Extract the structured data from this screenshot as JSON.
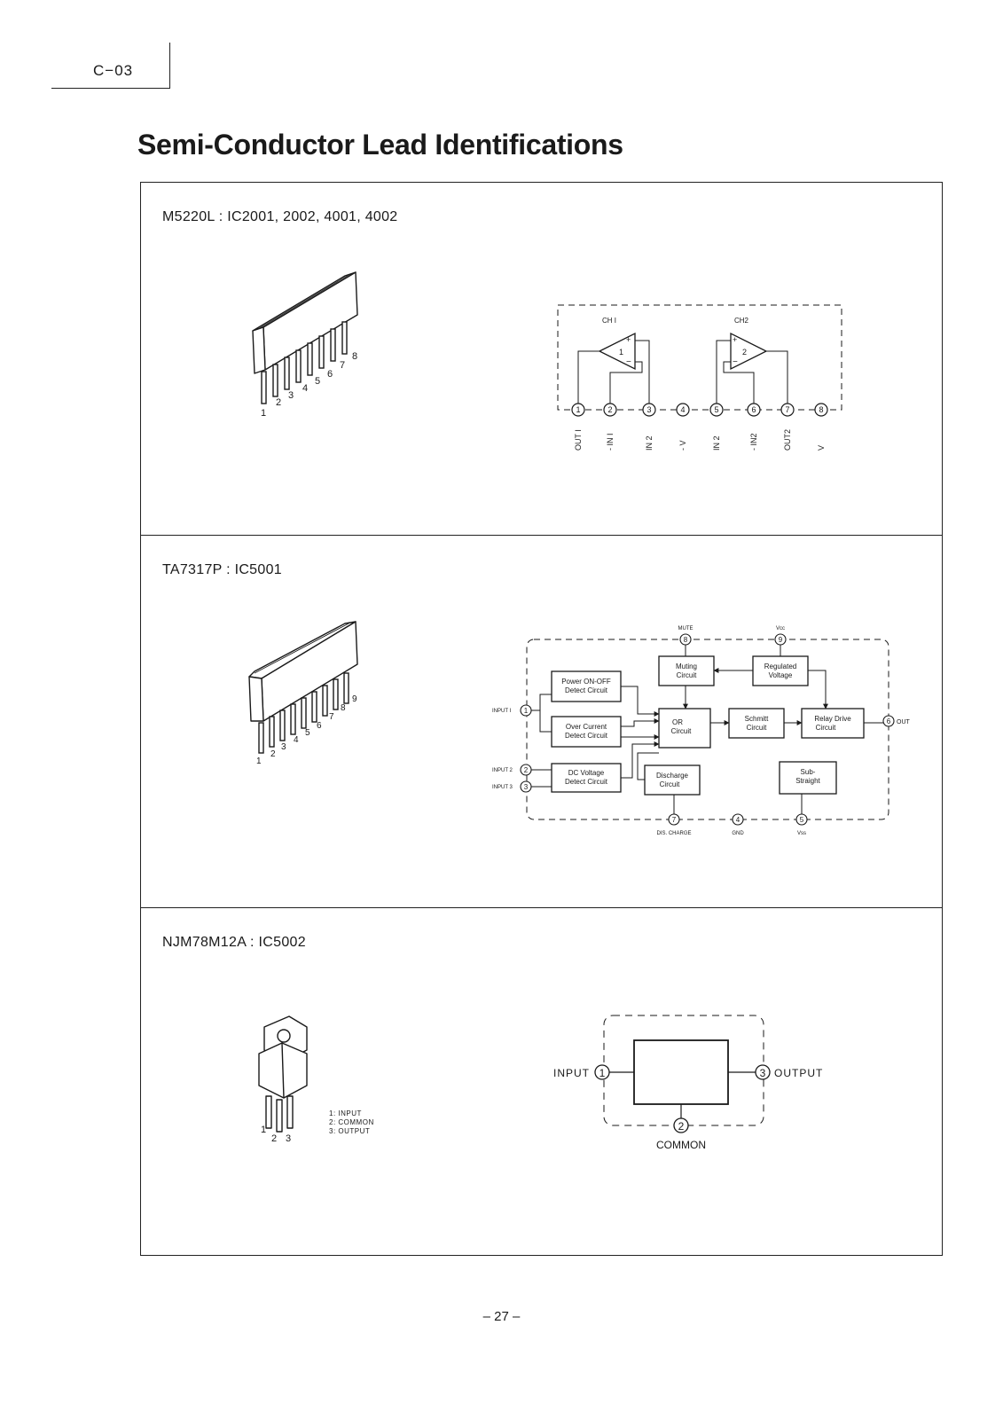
{
  "page": {
    "code": "C−03",
    "title": "Semi-Conductor Lead Identifications",
    "page_number": "– 27 –"
  },
  "sections": [
    {
      "heading": "M5220L : IC2001, 2002, 4001, 4002",
      "package_pins": [
        "1",
        "2",
        "3",
        "4",
        "5",
        "6",
        "7",
        "8"
      ],
      "channels": [
        "CH I",
        "CH2"
      ],
      "amp_numbers": [
        "1",
        "2"
      ],
      "pin_numbers": [
        "1",
        "2",
        "3",
        "4",
        "5",
        "6",
        "7",
        "8"
      ],
      "pin_labels": [
        "OUT I",
        "- IN I",
        "IN 2",
        "- V",
        "IN 2",
        "- IN2",
        "OUT2",
        "V"
      ]
    },
    {
      "heading": "TA7317P : IC5001",
      "package_pins": [
        "1",
        "2",
        "3",
        "4",
        "5",
        "6",
        "7",
        "8",
        "9"
      ],
      "blocks": {
        "power": [
          "Power ON-OFF",
          "Detect Circuit"
        ],
        "overcurrent": [
          "Over Current",
          "Detect Circuit"
        ],
        "dcvoltage": [
          "DC Voltage",
          "Detect Circuit"
        ],
        "muting": [
          "Muting",
          "Circuit"
        ],
        "regulated": [
          "Regulated",
          "Voltage"
        ],
        "or": [
          "OR",
          "Circuit"
        ],
        "schmitt": [
          "Schmitt",
          "Circuit"
        ],
        "relay": [
          "Relay Drive",
          "Circuit"
        ],
        "discharge": [
          "Discharge",
          "Circuit"
        ],
        "substraight": [
          "Sub-",
          "Straight"
        ]
      },
      "pins": {
        "input1": {
          "num": "1",
          "label": "INPUT I"
        },
        "input2": {
          "num": "2",
          "label": "INPUT 2"
        },
        "input3": {
          "num": "3",
          "label": "INPUT 3"
        },
        "gnd": {
          "num": "4",
          "label": "GND"
        },
        "vss": {
          "num": "5",
          "label": "Vss"
        },
        "out": {
          "num": "6",
          "label": "OUT"
        },
        "dis": {
          "num": "7",
          "label": "DIS. CHARGE"
        },
        "mute": {
          "num": "8",
          "label": "MUTE"
        },
        "vcc": {
          "num": "9",
          "label": "Vcc"
        }
      }
    },
    {
      "heading": "NJM78M12A : IC5002",
      "package_pins": [
        "1",
        "2",
        "3"
      ],
      "legend": [
        "1: INPUT",
        "2: COMMON",
        "3: OUTPUT"
      ],
      "pins": {
        "input": {
          "num": "1",
          "label": "INPUT"
        },
        "common": {
          "num": "2",
          "label": "COMMON"
        },
        "output": {
          "num": "3",
          "label": "OUTPUT"
        }
      }
    }
  ]
}
